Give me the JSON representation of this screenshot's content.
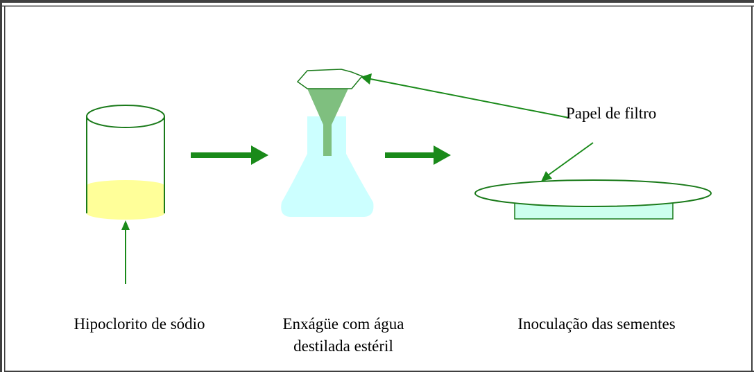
{
  "labels": {
    "filter_paper": "Papel de filtro",
    "step1": "Hipoclorito de sódio",
    "step2_line1": "Enxágüe com água",
    "step2_line2": "destilada estéril",
    "step3": "Inoculação das sementes"
  },
  "colors": {
    "frame": "#404040",
    "outline_green": "#1a7a1a",
    "arrow_green": "#1a8a1a",
    "liquid_yellow": "#ffff99",
    "flask_cyan": "#ccffff",
    "funnel_green": "#7fbf7f",
    "dish_cyan": "#ccffee"
  },
  "icons": [
    "beaker-icon",
    "flask-icon",
    "funnel-icon",
    "petri-dish-icon"
  ]
}
